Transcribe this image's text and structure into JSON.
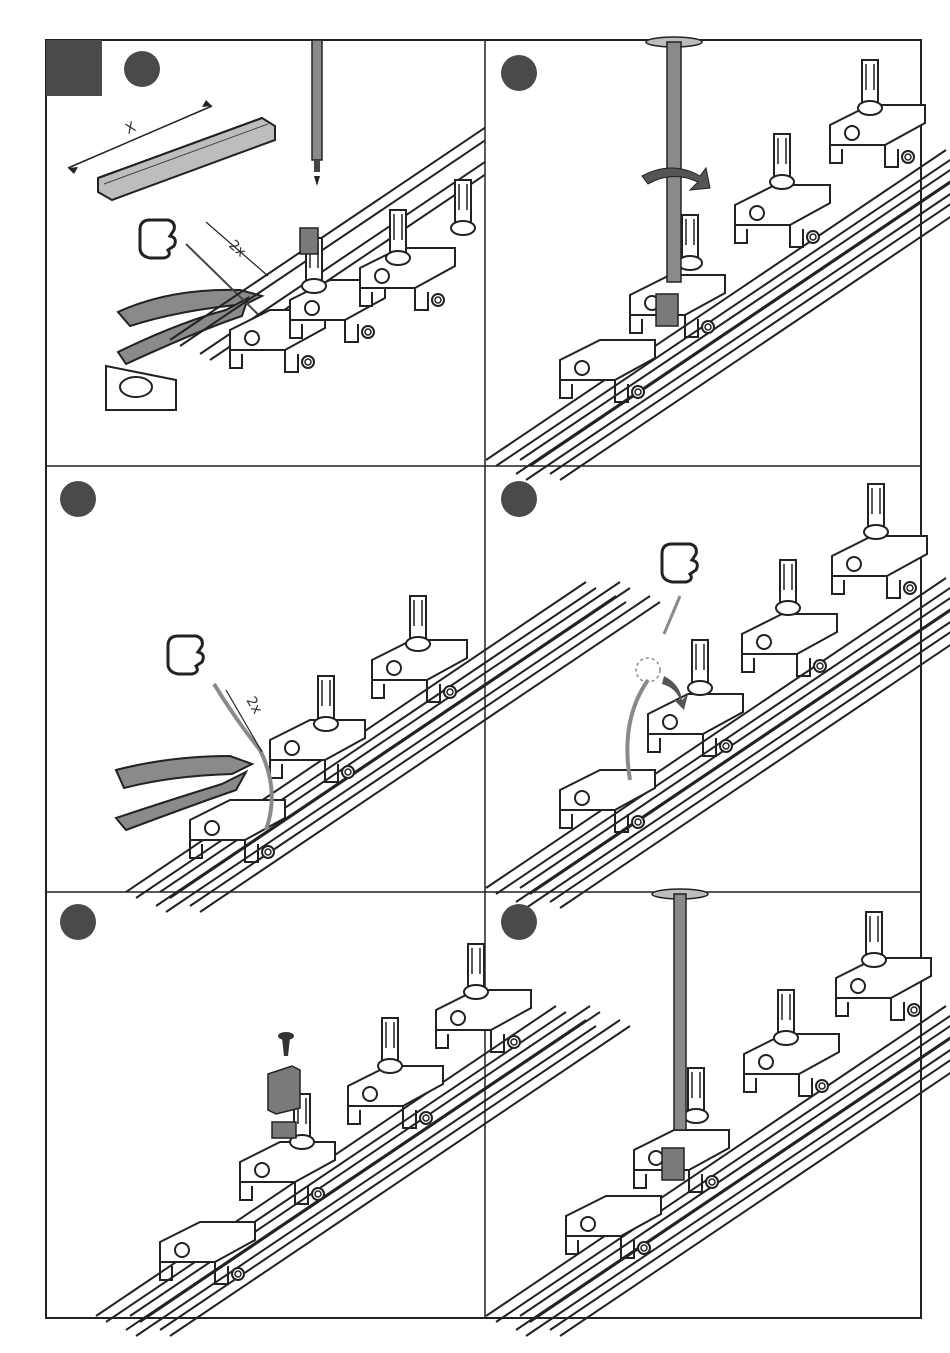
{
  "page": {
    "background": "#ffffff",
    "frame_color": "#222222"
  },
  "panels": [
    {
      "id": "panel-1",
      "step_badge": "",
      "dim_length": "X",
      "dim_twice": "2x"
    },
    {
      "id": "panel-2",
      "step_badge": ""
    },
    {
      "id": "panel-3",
      "step_badge": "",
      "dim_twice": "2x"
    },
    {
      "id": "panel-4",
      "step_badge": ""
    },
    {
      "id": "panel-5",
      "step_badge": ""
    },
    {
      "id": "panel-6",
      "step_badge": ""
    }
  ],
  "colors": {
    "badge": "#4a4a4a",
    "header_block": "#4a4a4a",
    "line": "#222222",
    "tool_grey": "#8a8a8a",
    "part_grey": "#7a7a7a"
  },
  "icons": {
    "screwdriver": "screwdriver-icon",
    "pliers": "pliers-icon",
    "hand": "hand-icon",
    "rotate_arrow": "rotate-arrow-icon",
    "screw": "screw-icon",
    "bracket": "bracket-icon",
    "rail": "rail-icon"
  }
}
